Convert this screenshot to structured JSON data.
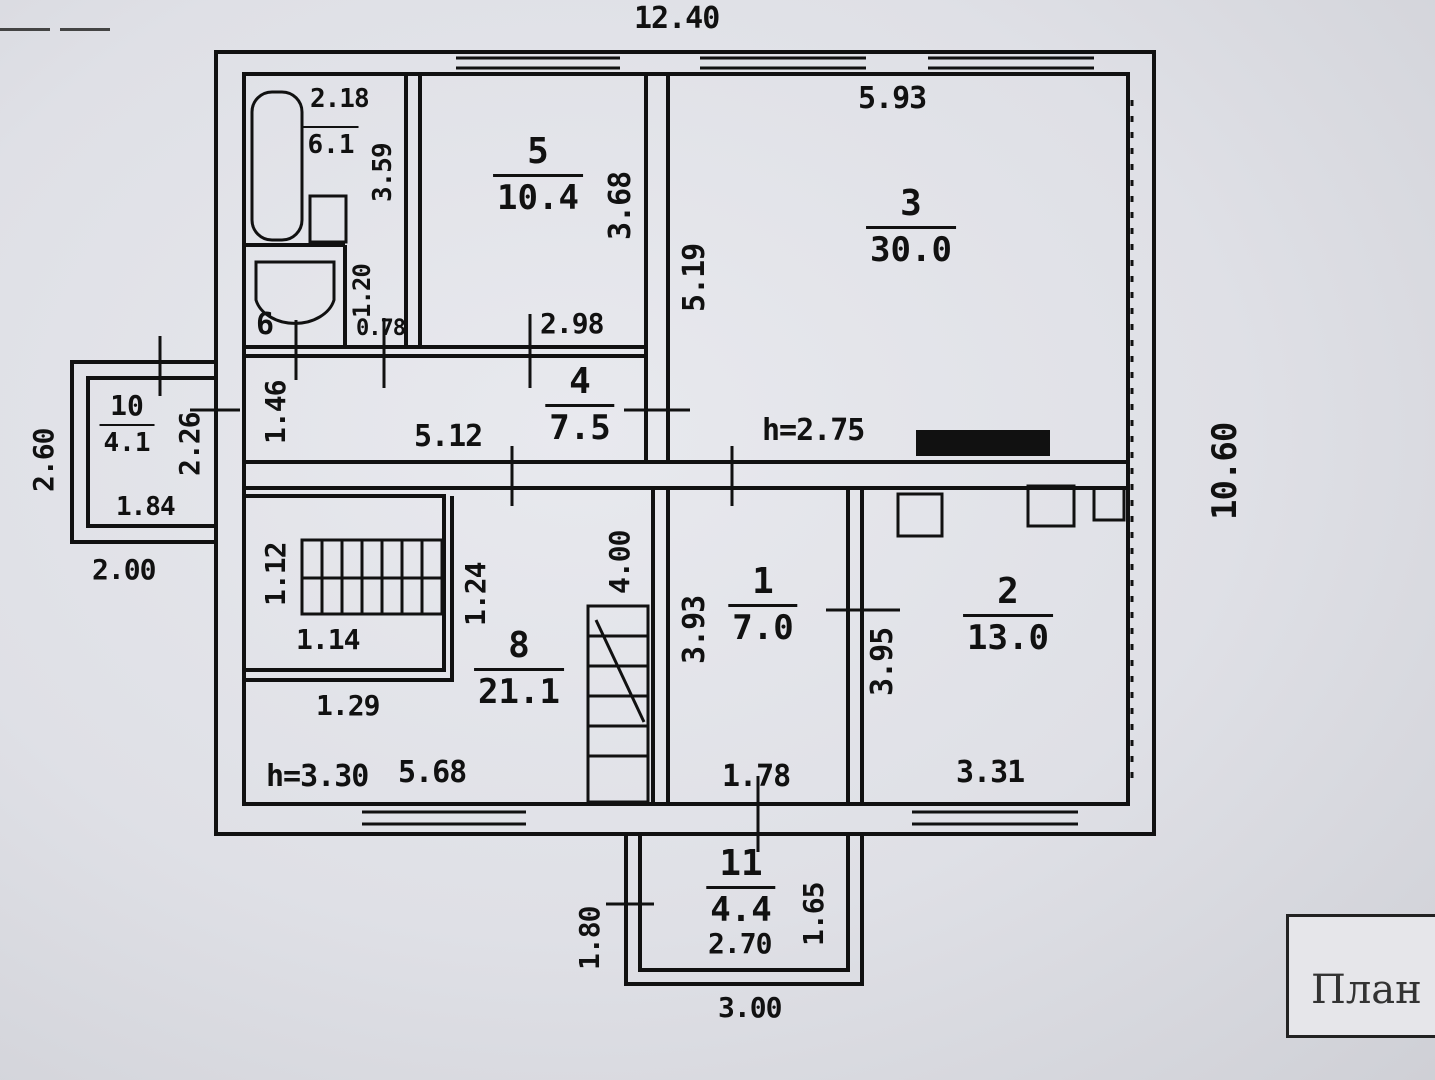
{
  "rooms": [
    {
      "id": "1",
      "number": "1",
      "area": "7.0"
    },
    {
      "id": "2",
      "number": "2",
      "area": "13.0"
    },
    {
      "id": "3",
      "number": "3",
      "area": "30.0"
    },
    {
      "id": "4",
      "number": "4",
      "area": "7.5"
    },
    {
      "id": "5",
      "number": "5",
      "area": "10.4"
    },
    {
      "id": "6",
      "number": "6",
      "area": "6.1"
    },
    {
      "id": "8",
      "number": "8",
      "area": "21.1"
    },
    {
      "id": "10",
      "number": "10",
      "area": "4.1"
    },
    {
      "id": "11",
      "number": "11",
      "area": "4.4"
    }
  ],
  "labels": {
    "room6_short": "6",
    "ceiling_height_main": "h=2.75",
    "ceiling_height_hall": "h=3.30"
  },
  "dimensions": {
    "overall_width": "12.40",
    "overall_depth": "10.60",
    "room3_width": "5.93",
    "room3_depth": "5.19",
    "room5_depth": "3.68",
    "room5_width": "2.98",
    "bath_width": "2.18",
    "bath_depth": "3.59",
    "wc_depth": "1.20",
    "wc_width": "0.78",
    "corridor_length": "5.12",
    "corridor_width": "1.46",
    "porch_width_inner": "1.84",
    "porch_depth_inner": "2.26",
    "porch_depth_outer": "2.60",
    "porch_width_outer": "2.00",
    "stair_depth": "1.12",
    "stair_width": "1.14",
    "closet_depth": "1.24",
    "closet_width": "1.29",
    "room8_depth": "4.00",
    "room8_width": "5.68",
    "room1_depth": "3.93",
    "room1_width": "1.78",
    "room2_depth": "3.95",
    "room2_width": "3.31",
    "veranda_depth_inner": "1.65",
    "veranda_depth_outer": "1.80",
    "veranda_width_inner": "2.70",
    "veranda_width_outer": "3.00"
  },
  "caption": {
    "text": "План з"
  },
  "colors": {
    "ink": "#111111",
    "paper": "#dfe0e6",
    "wall_fill": "#d7d8dd"
  }
}
